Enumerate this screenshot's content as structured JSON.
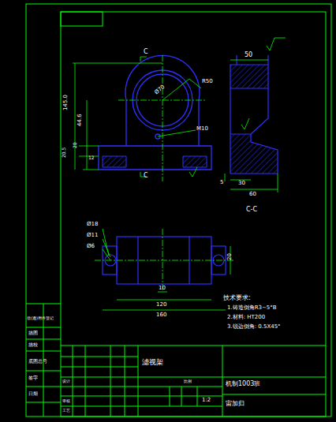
{
  "diagram": {
    "labels": [
      "C",
      "C",
      "R50",
      "Ø70",
      "145.0",
      "44.6",
      "M10",
      "20.5",
      "20",
      "12",
      "50",
      "5",
      "30",
      "60",
      "C-C",
      "Ø18",
      "Ø11",
      "Ø6",
      "10",
      "120",
      "160",
      "20",
      "技术要求:",
      "1.铸造倒角R3~5°B",
      "2.材料: HT200",
      "3.锐边倒角: 0.5X45°",
      "滤视架",
      "机制1003班",
      "宙加归",
      "1:2",
      "借(通)用件登记",
      "描图",
      "描校",
      "底图总号",
      "签字",
      "日期",
      "设计",
      "审核",
      "工艺",
      "比例"
    ]
  }
}
